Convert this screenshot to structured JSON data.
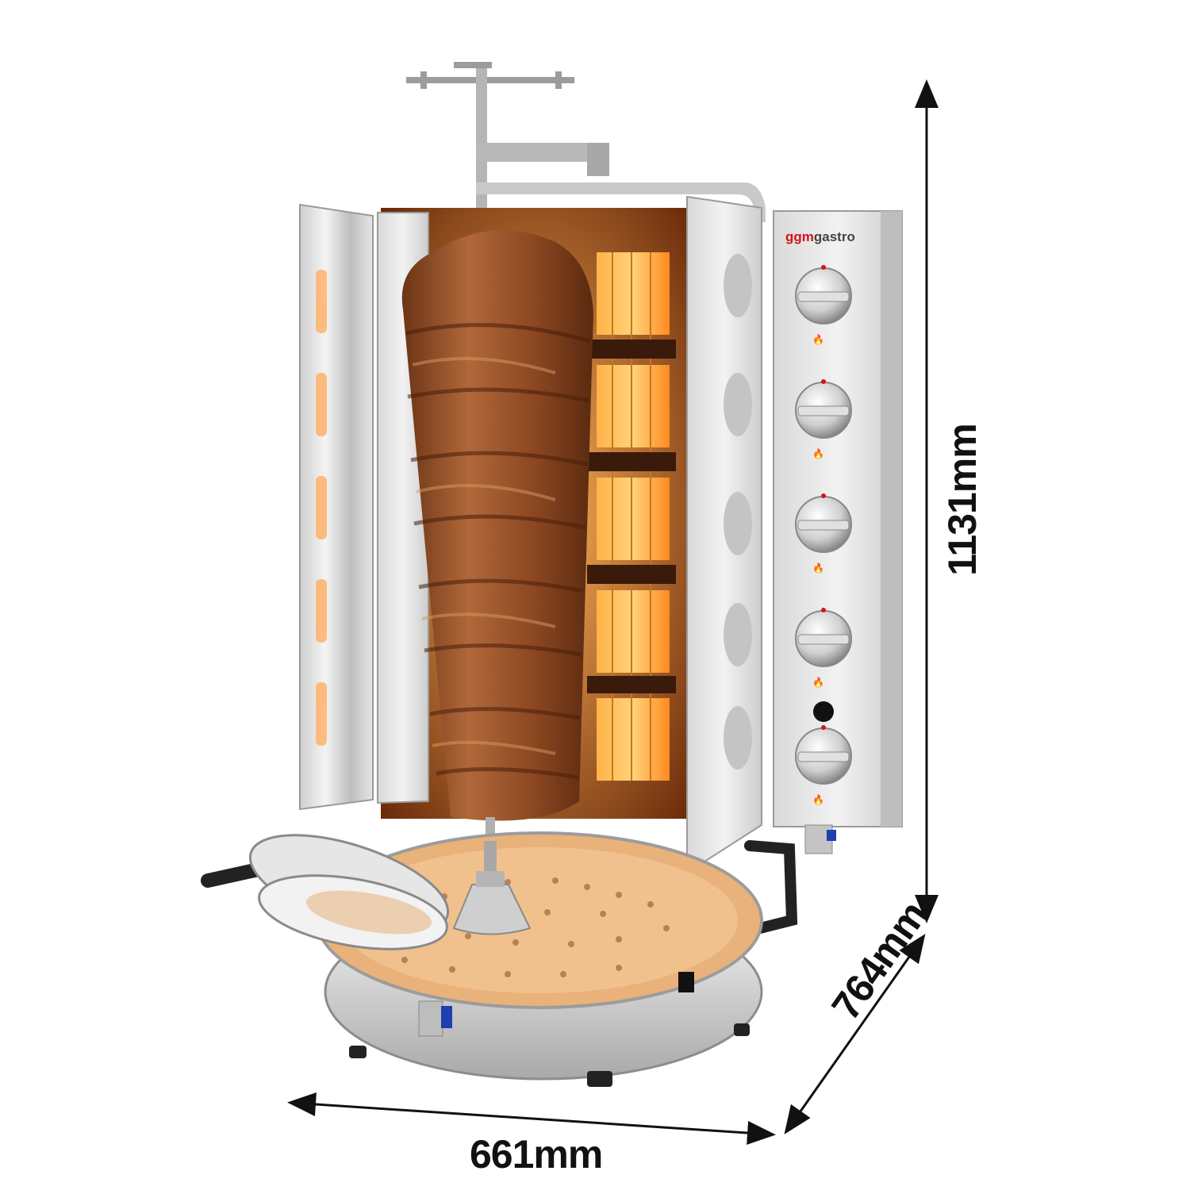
{
  "product": {
    "brand_prefix": "ggm",
    "brand_suffix": "gastro",
    "brand_accent_color": "#d4121a",
    "burner_count": 5,
    "knob_count": 5
  },
  "dimensions": {
    "width_label": "661mm",
    "depth_label": "764mm",
    "height_label": "1131mm"
  },
  "colors": {
    "steel_light": "#e8e8e8",
    "steel_dark": "#9a9a9a",
    "burner_glow": "#ff9a2e",
    "meat": "#8a4a22",
    "knob_marker": "#d4121a"
  }
}
